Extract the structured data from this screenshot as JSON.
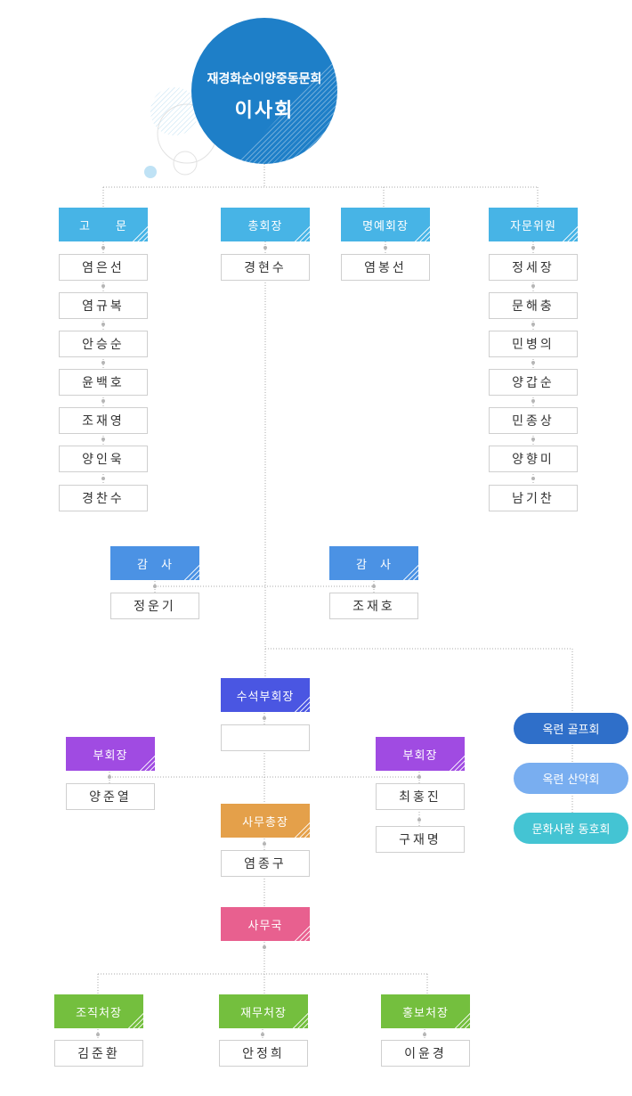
{
  "header": {
    "org_name": "재경화순이양중동문회",
    "title": "이사회"
  },
  "advisors": {
    "label": "고　　문",
    "members": [
      "염은선",
      "염규복",
      "안승순",
      "윤백호",
      "조재영",
      "양인욱",
      "경찬수"
    ]
  },
  "president": {
    "label": "총회장",
    "name": "경현수"
  },
  "honorary_president": {
    "label": "명예회장",
    "name": "염봉선"
  },
  "consultants": {
    "label": "자문위원",
    "members": [
      "정세장",
      "문해충",
      "민병의",
      "양갑순",
      "민종상",
      "양향미",
      "남기찬"
    ]
  },
  "auditors": [
    {
      "label": "감　사",
      "name": "정운기"
    },
    {
      "label": "감　사",
      "name": "조재호"
    }
  ],
  "senior_vp": {
    "label": "수석부회장",
    "name": ""
  },
  "vp_left": {
    "label": "부회장",
    "members": [
      "양준열"
    ]
  },
  "vp_right": {
    "label": "부회장",
    "members": [
      "최홍진",
      "구재명"
    ]
  },
  "secretary_general": {
    "label": "사무총장",
    "name": "염종구"
  },
  "secretariat": {
    "label": "사무국"
  },
  "departments": [
    {
      "label": "조직처장",
      "name": "김준환"
    },
    {
      "label": "재무처장",
      "name": "안정희"
    },
    {
      "label": "홍보처장",
      "name": "이윤경"
    }
  ],
  "clubs": [
    "옥련 골프회",
    "옥련 산악회",
    "문화사랑 동호회"
  ],
  "colors": {
    "circle": "#1e7fc8",
    "sky": "#47b4e6",
    "blue": "#4b92e4",
    "indigo": "#4a56e2",
    "purple": "#a04be2",
    "orange": "#e4a04a",
    "pink": "#e8608f",
    "green": "#74bf3e",
    "club_golf": "#2f6fc9",
    "club_hiking": "#79aef0",
    "club_culture": "#44c4d3"
  }
}
